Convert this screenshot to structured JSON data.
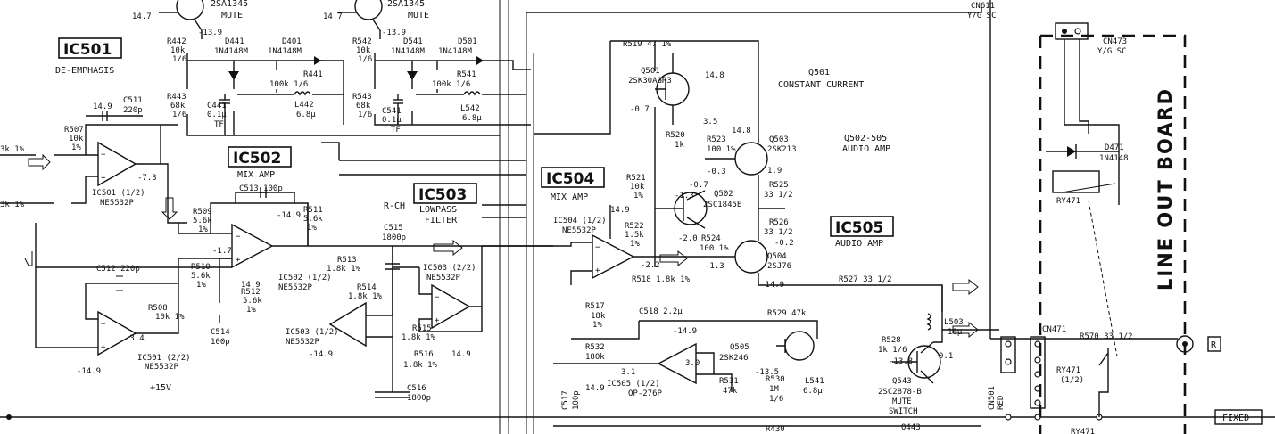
{
  "ic_labels": [
    {
      "id": "IC501",
      "desc": "DE-EMPHASIS"
    },
    {
      "id": "IC502",
      "desc": "MIX AMP"
    },
    {
      "id": "IC503",
      "desc": "LOWPASS FILTER"
    },
    {
      "id": "IC504",
      "desc": "MIX AMP"
    },
    {
      "id": "IC505",
      "desc": "AUDIO AMP"
    }
  ],
  "board_title": "LINE OUT BOARD",
  "channel_label": "R-CH",
  "lowpass_line1": "LOWPASS",
  "lowpass_line2": "FILTER",
  "notes": {
    "q501_title": "Q501",
    "q501_desc": "CONSTANT CURRENT",
    "q502_title": "Q502-505",
    "q502_desc": "AUDIO AMP",
    "mute_top_left": "2SA1345",
    "mute_top_left2": "MUTE",
    "mute_top_right": "2SA1345",
    "mute_top_right2": "MUTE",
    "supply": "+15V",
    "fixed": "FIXED",
    "terminal_r": "R"
  },
  "labels": [
    {
      "k": "v147a",
      "t": "14.7"
    },
    {
      "k": "v147b",
      "t": "14.7"
    },
    {
      "k": "r442",
      "t": "R442"
    },
    {
      "k": "r442v",
      "t": "10k"
    },
    {
      "k": "r442t",
      "t": "1/6"
    },
    {
      "k": "d441",
      "t": "D441"
    },
    {
      "k": "d441v",
      "t": "1N4148M"
    },
    {
      "k": "d401",
      "t": "D401"
    },
    {
      "k": "d401v",
      "t": "1N4148M"
    },
    {
      "k": "n139a",
      "t": "-13.9"
    },
    {
      "k": "n139b",
      "t": "-13.9"
    },
    {
      "k": "r542",
      "t": "R542"
    },
    {
      "k": "r542v",
      "t": "10k"
    },
    {
      "k": "r542t",
      "t": "1/6"
    },
    {
      "k": "d541",
      "t": "D541"
    },
    {
      "k": "d541v",
      "t": "1N4148M"
    },
    {
      "k": "d501",
      "t": "D501"
    },
    {
      "k": "d501v",
      "t": "1N4148M"
    },
    {
      "k": "r441",
      "t": "R441"
    },
    {
      "k": "r441v",
      "t": "100k 1/6"
    },
    {
      "k": "r541",
      "t": "R541"
    },
    {
      "k": "r541v",
      "t": "100k 1/6"
    },
    {
      "k": "r443",
      "t": "R443"
    },
    {
      "k": "r443v",
      "t": "68k"
    },
    {
      "k": "r443t",
      "t": "1/6"
    },
    {
      "k": "c441",
      "t": "C441"
    },
    {
      "k": "c441v",
      "t": "0.1µ"
    },
    {
      "k": "c441t",
      "t": "TF"
    },
    {
      "k": "l442",
      "t": "L442"
    },
    {
      "k": "l442v",
      "t": "6.8µ"
    },
    {
      "k": "r543",
      "t": "R543"
    },
    {
      "k": "r543v",
      "t": "68k"
    },
    {
      "k": "r543t",
      "t": "1/6"
    },
    {
      "k": "c541",
      "t": "C541"
    },
    {
      "k": "c541v",
      "t": "0.1µ"
    },
    {
      "k": "c541t",
      "t": "TF"
    },
    {
      "k": "l542",
      "t": "L542"
    },
    {
      "k": "l542v",
      "t": "6.8µ"
    },
    {
      "k": "c511",
      "t": "C511"
    },
    {
      "k": "c511v",
      "t": "220p"
    },
    {
      "k": "v149",
      "t": "14.9"
    },
    {
      "k": "r507",
      "t": "R507"
    },
    {
      "k": "r507v",
      "t": "10k"
    },
    {
      "k": "r507t",
      "t": "1%"
    },
    {
      "k": "r3k1",
      "t": "3k 1%"
    },
    {
      "k": "r3k2",
      "t": "3k 1%"
    },
    {
      "k": "ic501a",
      "t": "IC501 (1/2)"
    },
    {
      "k": "ic501av",
      "t": "NE5532P"
    },
    {
      "k": "v73",
      "t": "-7.3"
    },
    {
      "k": "c513",
      "t": "C513 100p"
    },
    {
      "k": "r509",
      "t": "R509"
    },
    {
      "k": "r509v",
      "t": "5.6k"
    },
    {
      "k": "r509t",
      "t": "1%"
    },
    {
      "k": "r511",
      "t": "R511"
    },
    {
      "k": "r511v",
      "t": "5.6k"
    },
    {
      "k": "r511t",
      "t": "1%"
    },
    {
      "k": "n149a",
      "t": "-14.9"
    },
    {
      "k": "n17",
      "t": "-1.7"
    },
    {
      "k": "r513",
      "t": "R513"
    },
    {
      "k": "r513v",
      "t": "1.8k 1%"
    },
    {
      "k": "c515",
      "t": "C515"
    },
    {
      "k": "c515v",
      "t": "1800p"
    },
    {
      "k": "ic502",
      "t": "IC502 (1/2)"
    },
    {
      "k": "ic502v",
      "t": "NE5532P"
    },
    {
      "k": "c512",
      "t": "C512 220p"
    },
    {
      "k": "r510",
      "t": "R510"
    },
    {
      "k": "r510v",
      "t": "5.6k"
    },
    {
      "k": "r510t",
      "t": "1%"
    },
    {
      "k": "r508",
      "t": "R508"
    },
    {
      "k": "r508v",
      "t": "10k 1%"
    },
    {
      "k": "r512",
      "t": "R512"
    },
    {
      "k": "r512v",
      "t": "5.6k"
    },
    {
      "k": "r512t",
      "t": "1%"
    },
    {
      "k": "c514",
      "t": "C514"
    },
    {
      "k": "c514v",
      "t": "100p"
    },
    {
      "k": "v149b",
      "t": "14.9"
    },
    {
      "k": "ic503b",
      "t": "IC503 (2/2)"
    },
    {
      "k": "ic503bv",
      "t": "NE5532P"
    },
    {
      "k": "r514",
      "t": "R514"
    },
    {
      "k": "r514v",
      "t": "1.8k 1%"
    },
    {
      "k": "r515",
      "t": "R515"
    },
    {
      "k": "r515v",
      "t": "1.8k 1%"
    },
    {
      "k": "r516",
      "t": "R516"
    },
    {
      "k": "r516v",
      "t": "1.8k 1%"
    },
    {
      "k": "r516n",
      "t": "14.9"
    },
    {
      "k": "ic503a",
      "t": "IC503 (1/2)"
    },
    {
      "k": "ic503av",
      "t": "NE5532P"
    },
    {
      "k": "n149c",
      "t": "-14.9"
    },
    {
      "k": "c516",
      "t": "C516"
    },
    {
      "k": "c516v",
      "t": "1800p"
    },
    {
      "k": "ic501b",
      "t": "IC501 (2/2)"
    },
    {
      "k": "ic501bv",
      "t": "NE5532P"
    },
    {
      "k": "n34",
      "t": "-3.4"
    },
    {
      "k": "n149d",
      "t": "-14.9"
    },
    {
      "k": "r519",
      "t": "R519 47 1%"
    },
    {
      "k": "q501",
      "t": "Q501"
    },
    {
      "k": "q501v",
      "t": "2SK30AGR3"
    },
    {
      "k": "v148",
      "t": "14.8"
    },
    {
      "k": "v148b",
      "t": "14.8"
    },
    {
      "k": "n07",
      "t": "-0.7"
    },
    {
      "k": "v35",
      "t": "3.5"
    },
    {
      "k": "r520",
      "t": "R520"
    },
    {
      "k": "r520v",
      "t": "1k"
    },
    {
      "k": "r523",
      "t": "R523"
    },
    {
      "k": "r523v",
      "t": "100 1%"
    },
    {
      "k": "q503",
      "t": "Q503"
    },
    {
      "k": "q503v",
      "t": "2SK213"
    },
    {
      "k": "n03",
      "t": "-0.3"
    },
    {
      "k": "v19",
      "t": "1.9"
    },
    {
      "k": "r521",
      "t": "R521"
    },
    {
      "k": "r521v",
      "t": "10k"
    },
    {
      "k": "r521t",
      "t": "1%"
    },
    {
      "k": "n07b",
      "t": "-0.7"
    },
    {
      "k": "n13",
      "t": "-1.3"
    },
    {
      "k": "q502",
      "t": "Q502"
    },
    {
      "k": "q502v",
      "t": "2SC1845E"
    },
    {
      "k": "r525",
      "t": "R525"
    },
    {
      "k": "r525v",
      "t": "33 1/2"
    },
    {
      "k": "v149c",
      "t": "14.9"
    },
    {
      "k": "ic504",
      "t": "IC504 (1/2)"
    },
    {
      "k": "ic504v",
      "t": "NE5532P"
    },
    {
      "k": "r522",
      "t": "R522"
    },
    {
      "k": "r522v",
      "t": "1.5k"
    },
    {
      "k": "r522t",
      "t": "1%"
    },
    {
      "k": "n20",
      "t": "-2.0"
    },
    {
      "k": "r524",
      "t": "R524"
    },
    {
      "k": "r524v",
      "t": "100 1%"
    },
    {
      "k": "r526",
      "t": "R526"
    },
    {
      "k": "r526v",
      "t": "33 1/2"
    },
    {
      "k": "n02",
      "t": "-0.2"
    },
    {
      "k": "n13b",
      "t": "-1.3"
    },
    {
      "k": "q504",
      "t": "Q504"
    },
    {
      "k": "q504v",
      "t": "2SJ76"
    },
    {
      "k": "n22",
      "t": "-2.2"
    },
    {
      "k": "r518",
      "t": "R518 1.8k 1%"
    },
    {
      "k": "n149e",
      "t": "-14.9"
    },
    {
      "k": "r527",
      "t": "R527 33 1/2"
    },
    {
      "k": "r517",
      "t": "R517"
    },
    {
      "k": "r517v",
      "t": "18k"
    },
    {
      "k": "r517t",
      "t": "1%"
    },
    {
      "k": "c518",
      "t": "C518 2.2µ"
    },
    {
      "k": "n149f",
      "t": "-14.9"
    },
    {
      "k": "r529",
      "t": "R529 47k"
    },
    {
      "k": "r532",
      "t": "R532"
    },
    {
      "k": "r532v",
      "t": "180k"
    },
    {
      "k": "q505",
      "t": "Q505"
    },
    {
      "k": "q505v",
      "t": "2SK246"
    },
    {
      "k": "v31",
      "t": "3.1"
    },
    {
      "k": "v30",
      "t": "3.0"
    },
    {
      "k": "ic505",
      "t": "IC505 (1/2)"
    },
    {
      "k": "ic505v",
      "t": "OP-276P"
    },
    {
      "k": "v149d",
      "t": "14.9"
    },
    {
      "k": "c517",
      "t": "C517"
    },
    {
      "k": "c517v",
      "t": "100p"
    },
    {
      "k": "r531",
      "t": "R531"
    },
    {
      "k": "r531v",
      "t": "47k"
    },
    {
      "k": "n135",
      "t": "-13.5"
    },
    {
      "k": "r530",
      "t": "R530"
    },
    {
      "k": "r530v",
      "t": "1M"
    },
    {
      "k": "r530t",
      "t": "1/6"
    },
    {
      "k": "l541",
      "t": "L541"
    },
    {
      "k": "l541v",
      "t": "6.8µ"
    },
    {
      "k": "l503",
      "t": "L503"
    },
    {
      "k": "l503v",
      "t": "10µ"
    },
    {
      "k": "r528",
      "t": "R528"
    },
    {
      "k": "r528v",
      "t": "1k 1/6"
    },
    {
      "k": "n138",
      "t": "-13.8"
    },
    {
      "k": "v01",
      "t": "0.1"
    },
    {
      "k": "q543",
      "t": "Q543"
    },
    {
      "k": "q543v",
      "t": "2SC2878-B"
    },
    {
      "k": "mute",
      "t": "MUTE"
    },
    {
      "k": "switch",
      "t": "SWITCH"
    },
    {
      "k": "q443",
      "t": "Q443"
    },
    {
      "k": "r430",
      "t": "R430"
    },
    {
      "k": "cn611",
      "t": "CN611"
    },
    {
      "k": "cn611v",
      "t": "Y/G SC"
    },
    {
      "k": "cn473",
      "t": "CN473"
    },
    {
      "k": "cn473v",
      "t": "Y/G SC"
    },
    {
      "k": "d471",
      "t": "D471"
    },
    {
      "k": "d471v",
      "t": "1N4148"
    },
    {
      "k": "ry471",
      "t": "RY471"
    },
    {
      "k": "cn471",
      "t": "CN471"
    },
    {
      "k": "r570",
      "t": "R570 33 1/2"
    },
    {
      "k": "ry471b",
      "t": "RY471"
    },
    {
      "k": "ry471bv",
      "t": "(1/2)"
    },
    {
      "k": "cn501",
      "t": "CN501"
    },
    {
      "k": "cn501v",
      "t": "RED"
    },
    {
      "k": "ry471c",
      "t": "RY471"
    }
  ]
}
